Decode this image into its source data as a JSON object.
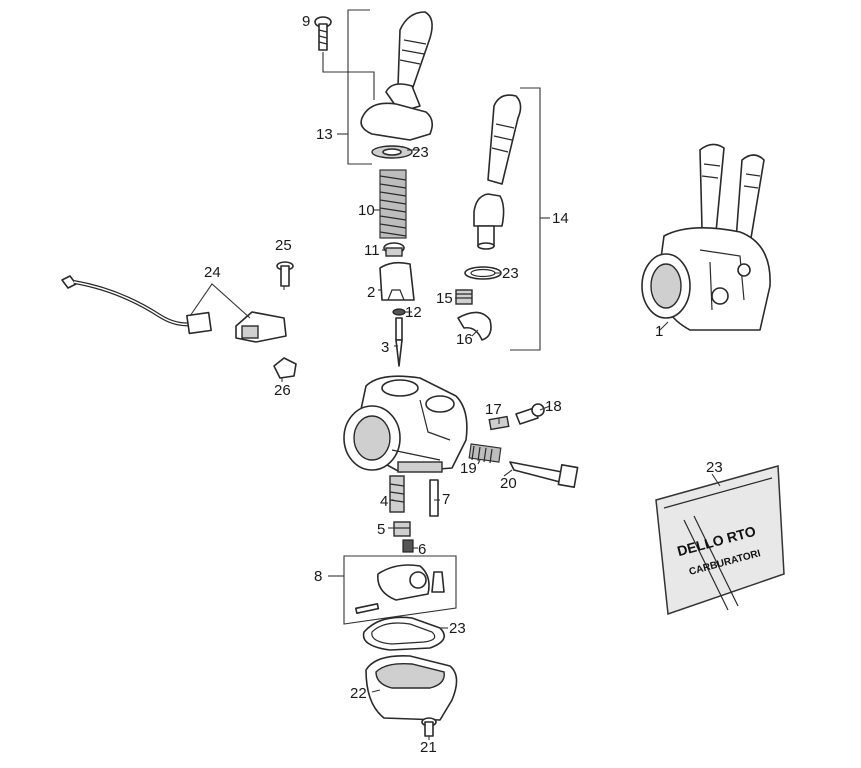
{
  "labels": {
    "l1": "1",
    "l2": "2",
    "l3": "3",
    "l4": "4",
    "l5": "5",
    "l6": "6",
    "l7": "7",
    "l8": "8",
    "l9": "9",
    "l10": "10",
    "l11": "11",
    "l12": "12",
    "l13": "13",
    "l14": "14",
    "l15": "15",
    "l16": "16",
    "l17": "17",
    "l18": "18",
    "l19": "19",
    "l20": "20",
    "l21": "21",
    "l22": "22",
    "l23a": "23",
    "l23b": "23",
    "l23c": "23",
    "l23d": "23",
    "l24": "24",
    "l25": "25",
    "l26": "26"
  },
  "kit_bag": {
    "brand": "DELLO RTO",
    "subtitle": "CARBURATORI"
  }
}
